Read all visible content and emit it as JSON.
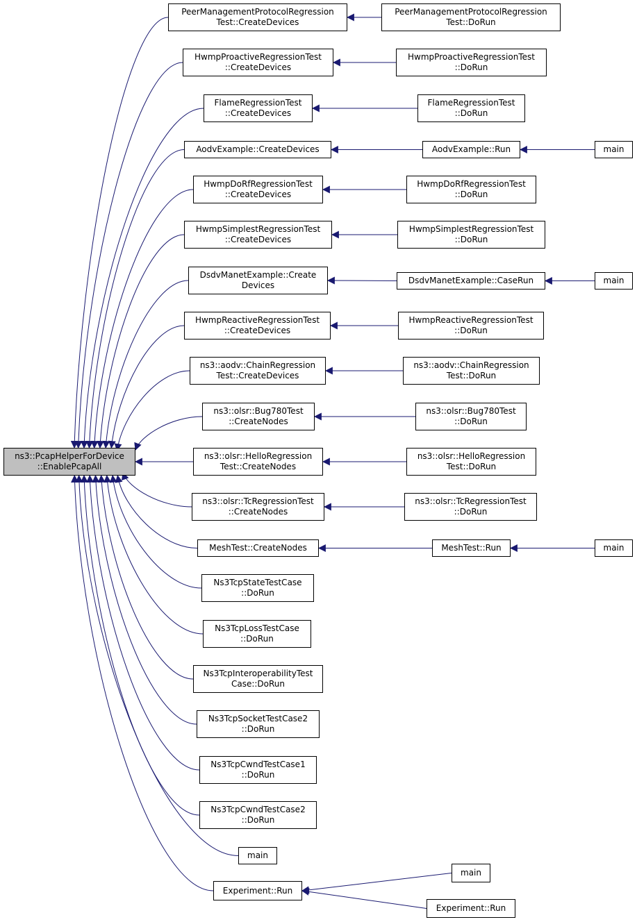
{
  "graph": {
    "colors": {
      "edge": "#191970",
      "node_border": "#000000",
      "root_fill": "#bfbfbf",
      "node_fill": "#ffffff"
    },
    "root": {
      "id": "root",
      "lines": [
        "ns3::PcapHelperForDevice",
        "::EnablePcapAll"
      ]
    },
    "nodes": [
      {
        "id": "pmprt_cd",
        "lines": [
          "PeerManagementProtocolRegression",
          "Test::CreateDevices"
        ]
      },
      {
        "id": "pmprt_dr",
        "lines": [
          "PeerManagementProtocolRegression",
          "Test::DoRun"
        ]
      },
      {
        "id": "hpr_cd",
        "lines": [
          "HwmpProactiveRegressionTest",
          "::CreateDevices"
        ]
      },
      {
        "id": "hpr_dr",
        "lines": [
          "HwmpProactiveRegressionTest",
          "::DoRun"
        ]
      },
      {
        "id": "flame_cd",
        "lines": [
          "FlameRegressionTest",
          "::CreateDevices"
        ]
      },
      {
        "id": "flame_dr",
        "lines": [
          "FlameRegressionTest",
          "::DoRun"
        ]
      },
      {
        "id": "aodv_cd",
        "lines": [
          "AodvExample::CreateDevices"
        ]
      },
      {
        "id": "aodv_run",
        "lines": [
          "AodvExample::Run"
        ]
      },
      {
        "id": "main1",
        "lines": [
          "main"
        ]
      },
      {
        "id": "hdrf_cd",
        "lines": [
          "HwmpDoRfRegressionTest",
          "::CreateDevices"
        ]
      },
      {
        "id": "hdrf_dr",
        "lines": [
          "HwmpDoRfRegressionTest",
          "::DoRun"
        ]
      },
      {
        "id": "hsimp_cd",
        "lines": [
          "HwmpSimplestRegressionTest",
          "::CreateDevices"
        ]
      },
      {
        "id": "hsimp_dr",
        "lines": [
          "HwmpSimplestRegressionTest",
          "::DoRun"
        ]
      },
      {
        "id": "dsdv_cd",
        "lines": [
          "DsdvManetExample::Create",
          "Devices"
        ]
      },
      {
        "id": "dsdv_cr",
        "lines": [
          "DsdvManetExample::CaseRun"
        ]
      },
      {
        "id": "main2",
        "lines": [
          "main"
        ]
      },
      {
        "id": "hreact_cd",
        "lines": [
          "HwmpReactiveRegressionTest",
          "::CreateDevices"
        ]
      },
      {
        "id": "hreact_dr",
        "lines": [
          "HwmpReactiveRegressionTest",
          "::DoRun"
        ]
      },
      {
        "id": "chain_cd",
        "lines": [
          "ns3::aodv::ChainRegression",
          "Test::CreateDevices"
        ]
      },
      {
        "id": "chain_dr",
        "lines": [
          "ns3::aodv::ChainRegression",
          "Test::DoRun"
        ]
      },
      {
        "id": "bug780_cn",
        "lines": [
          "ns3::olsr::Bug780Test",
          "::CreateNodes"
        ]
      },
      {
        "id": "bug780_dr",
        "lines": [
          "ns3::olsr::Bug780Test",
          "::DoRun"
        ]
      },
      {
        "id": "hello_cn",
        "lines": [
          "ns3::olsr::HelloRegression",
          "Test::CreateNodes"
        ]
      },
      {
        "id": "hello_dr",
        "lines": [
          "ns3::olsr::HelloRegression",
          "Test::DoRun"
        ]
      },
      {
        "id": "tc_cn",
        "lines": [
          "ns3::olsr::TcRegressionTest",
          "::CreateNodes"
        ]
      },
      {
        "id": "tc_dr",
        "lines": [
          "ns3::olsr::TcRegressionTest",
          "::DoRun"
        ]
      },
      {
        "id": "mesh_cn",
        "lines": [
          "MeshTest::CreateNodes"
        ]
      },
      {
        "id": "mesh_run",
        "lines": [
          "MeshTest::Run"
        ]
      },
      {
        "id": "main3",
        "lines": [
          "main"
        ]
      },
      {
        "id": "tcpstate",
        "lines": [
          "Ns3TcpStateTestCase",
          "::DoRun"
        ]
      },
      {
        "id": "tcploss",
        "lines": [
          "Ns3TcpLossTestCase",
          "::DoRun"
        ]
      },
      {
        "id": "tcpinterop",
        "lines": [
          "Ns3TcpInteroperabilityTest",
          "Case::DoRun"
        ]
      },
      {
        "id": "tcpsock2",
        "lines": [
          "Ns3TcpSocketTestCase2",
          "::DoRun"
        ]
      },
      {
        "id": "tcpcwnd1",
        "lines": [
          "Ns3TcpCwndTestCase1",
          "::DoRun"
        ]
      },
      {
        "id": "tcpcwnd2",
        "lines": [
          "Ns3TcpCwndTestCase2",
          "::DoRun"
        ]
      },
      {
        "id": "main4",
        "lines": [
          "main"
        ]
      },
      {
        "id": "exp_run",
        "lines": [
          "Experiment::Run"
        ]
      },
      {
        "id": "main5",
        "lines": [
          "main"
        ]
      },
      {
        "id": "exp_run2",
        "lines": [
          "Experiment::Run"
        ]
      }
    ],
    "edges": [
      [
        "pmprt_dr",
        "pmprt_cd"
      ],
      [
        "hpr_dr",
        "hpr_cd"
      ],
      [
        "flame_dr",
        "flame_cd"
      ],
      [
        "aodv_run",
        "aodv_cd"
      ],
      [
        "main1",
        "aodv_run"
      ],
      [
        "hdrf_dr",
        "hdrf_cd"
      ],
      [
        "hsimp_dr",
        "hsimp_cd"
      ],
      [
        "dsdv_cr",
        "dsdv_cd"
      ],
      [
        "main2",
        "dsdv_cr"
      ],
      [
        "hreact_dr",
        "hreact_cd"
      ],
      [
        "chain_dr",
        "chain_cd"
      ],
      [
        "bug780_dr",
        "bug780_cn"
      ],
      [
        "hello_dr",
        "hello_cn"
      ],
      [
        "tc_dr",
        "tc_cn"
      ],
      [
        "mesh_run",
        "mesh_cn"
      ],
      [
        "main3",
        "mesh_run"
      ],
      [
        "main5",
        "exp_run"
      ],
      [
        "exp_run2",
        "exp_run"
      ],
      [
        "pmprt_cd",
        "root"
      ],
      [
        "hpr_cd",
        "root"
      ],
      [
        "flame_cd",
        "root"
      ],
      [
        "aodv_cd",
        "root"
      ],
      [
        "hdrf_cd",
        "root"
      ],
      [
        "hsimp_cd",
        "root"
      ],
      [
        "dsdv_cd",
        "root"
      ],
      [
        "hreact_cd",
        "root"
      ],
      [
        "chain_cd",
        "root"
      ],
      [
        "bug780_cn",
        "root"
      ],
      [
        "hello_cn",
        "root"
      ],
      [
        "tc_cn",
        "root"
      ],
      [
        "mesh_cn",
        "root"
      ],
      [
        "tcpstate",
        "root"
      ],
      [
        "tcploss",
        "root"
      ],
      [
        "tcpinterop",
        "root"
      ],
      [
        "tcpsock2",
        "root"
      ],
      [
        "tcpcwnd1",
        "root"
      ],
      [
        "tcpcwnd2",
        "root"
      ],
      [
        "main4",
        "root"
      ],
      [
        "exp_run",
        "root"
      ]
    ]
  }
}
